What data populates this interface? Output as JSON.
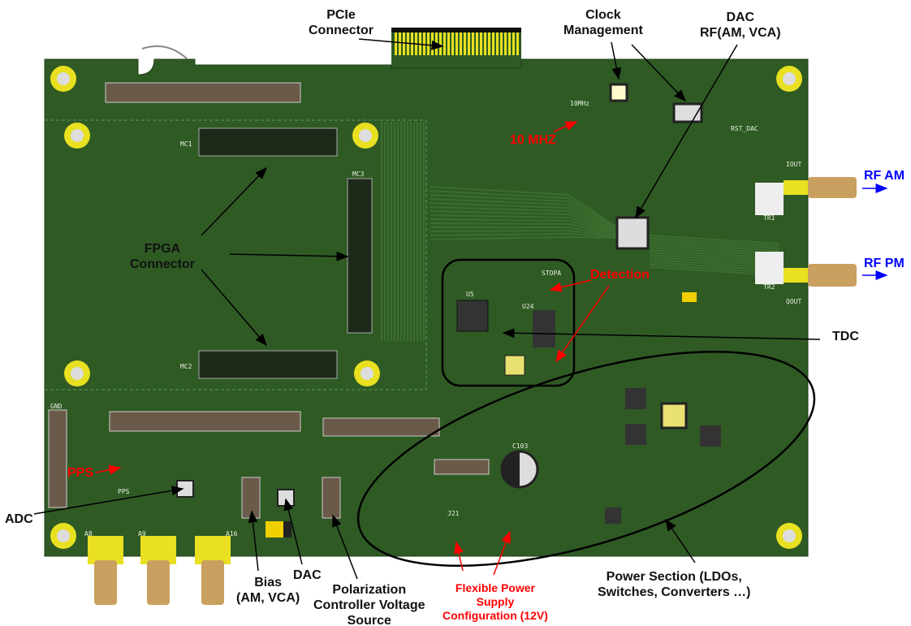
{
  "labels": {
    "pcie": "PCIe\nConnector",
    "clock": "Clock\nManagement",
    "dac_rf": "DAC\nRF(AM, VCA)",
    "ten_mhz": "10 MHZ",
    "rf_am": "RF AM",
    "rf_pm": "RF PM",
    "fpga": "FPGA\nConnector",
    "detection": "Detection",
    "tdc": "TDC",
    "pps": "PPS",
    "adc": "ADC",
    "bias": "Bias\n(AM, VCA)",
    "dac": "DAC",
    "polarization": "Polarization\nController Voltage\nSource",
    "flex_power": "Flexible Power\nSupply\nConfiguration (12V)",
    "power_section": "Power Section (LDOs,\nSwitches, Converters …)"
  },
  "silkscreen": {
    "mc1": "MC1",
    "mc2": "MC2",
    "mc3": "MC3",
    "u5": "U5",
    "u24": "U24",
    "stopa": "STOPA",
    "rst_dac": "RST_DAC",
    "tr1": "TR1",
    "tr2": "TR2",
    "iout": "IOUT",
    "qout": "QOUT",
    "tenmhz": "10MHz",
    "j21": "J21",
    "c103": "C103",
    "pps": "PPS",
    "a8": "A8",
    "a9": "A9",
    "a16": "A16",
    "gnd": "GND"
  },
  "colors": {
    "board": "#2f5a24",
    "pad_yellow": "#e8e020",
    "annotation_red": "#ff0000",
    "annotation_blue": "#0000ff"
  }
}
